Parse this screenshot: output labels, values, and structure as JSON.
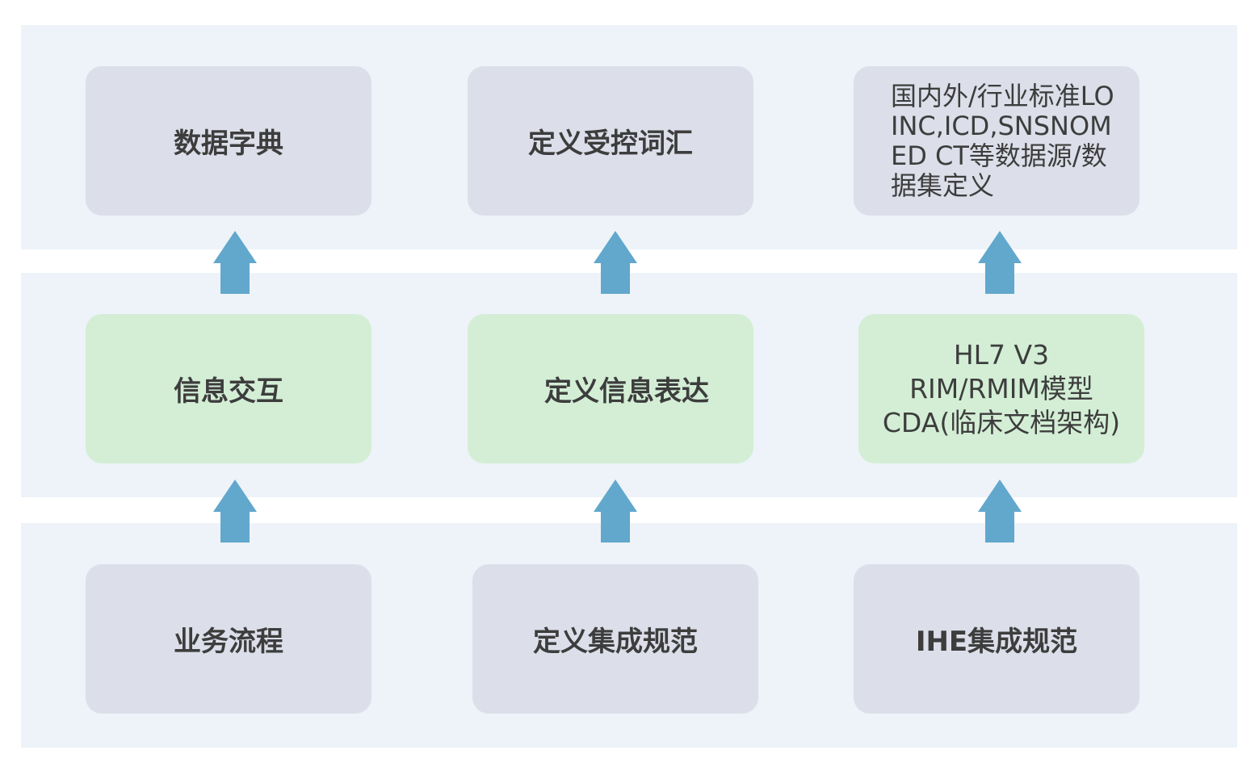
{
  "colors": {
    "band": "#edf3f8",
    "box_gray": "#dcdfe9",
    "box_green": "#d3eed5",
    "arrow": "#62a7cc",
    "text": "#3d3d3d"
  },
  "rows": {
    "top": {
      "col1": "数据字典",
      "col2": "定义受控词汇",
      "col3": "国内外/行业标准LOINC,ICD,SNSNOMED CT等数据源/数据集定义"
    },
    "middle": {
      "col1": "信息交互",
      "col2": "定义信息表达",
      "col3": "HL7 V3\nRIM/RMIM模型\nCDA(临床文档架构)"
    },
    "bottom": {
      "col1": "业务流程",
      "col2": "定义集成规范",
      "col3": "IHE集成规范"
    }
  },
  "arrows": {
    "icon": "arrow-up-icon",
    "direction": "up"
  }
}
